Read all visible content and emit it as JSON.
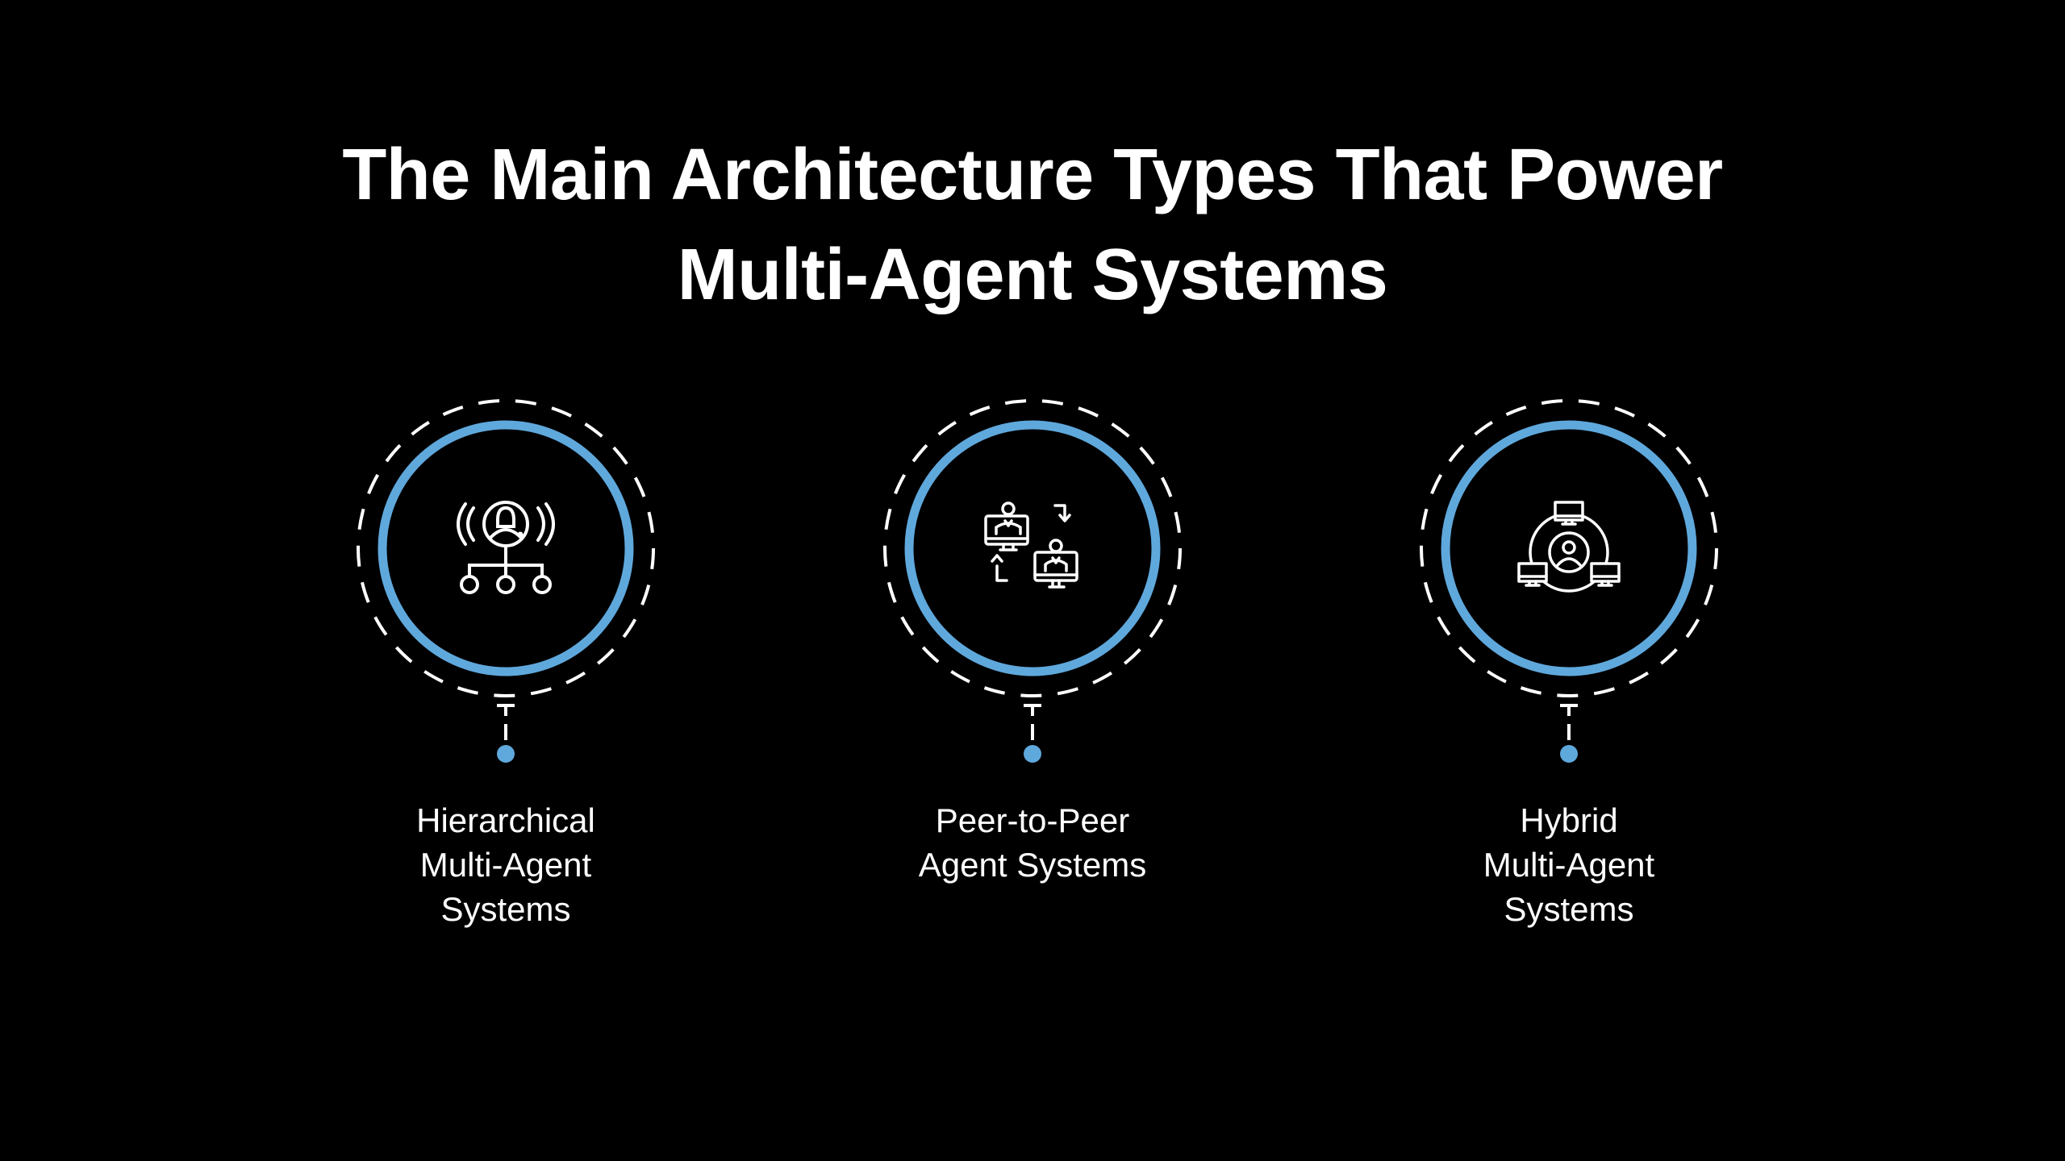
{
  "title": {
    "line1": "The Main Architecture Types That Power",
    "line2": "Multi-Agent Systems"
  },
  "colors": {
    "background": "#000000",
    "accent": "#5fa8dc",
    "text": "#ffffff"
  },
  "nodes": [
    {
      "icon": "hierarchy-broadcast-icon",
      "label_lines": [
        "Hierarchical",
        "Multi-Agent",
        "Systems"
      ]
    },
    {
      "icon": "peer-exchange-icon",
      "label_lines": [
        "Peer-to-Peer",
        "Agent Systems"
      ]
    },
    {
      "icon": "hybrid-network-icon",
      "label_lines": [
        "Hybrid",
        "Multi-Agent",
        "Systems"
      ]
    }
  ]
}
